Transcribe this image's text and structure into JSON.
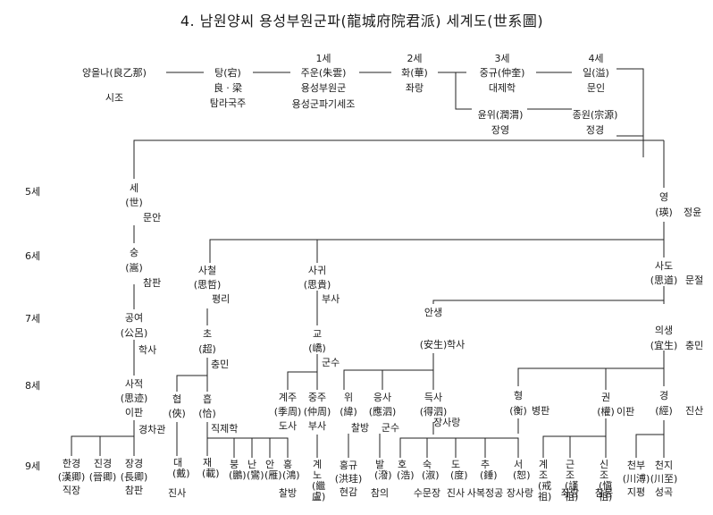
{
  "title": "4. 남원양씨 용성부원군파(龍城府院君派) 세계도(世系圖)",
  "generations": [
    "5세",
    "6세",
    "7세",
    "8세",
    "9세"
  ],
  "top": {
    "yangeulna": "양을나(良乙那)",
    "sijo": "시조",
    "tang": "탕(宕)",
    "tang_line2": "良ㆍ梁",
    "tang_line3": "탐라국주",
    "g1": "1세",
    "jueun": "주운(朱雲)",
    "jueun_t1": "용성부원군",
    "jueun_t2": "용성군파기세조",
    "g2": "2세",
    "hwa": "화(華)",
    "hwa_t": "좌랑",
    "g3": "3세",
    "junggyu": "중규(仲奎)",
    "junggyu_t": "대제학",
    "g4": "4세",
    "il": "일(溢)",
    "il_t": "문인",
    "yunwi": "윤위(潤渭)",
    "yunwi_t": "장영",
    "jongwon": "종원(宗源)",
    "jongwon_t": "정경"
  },
  "g5": {
    "se": "세",
    "se_h": "(世)",
    "se_t": "문안",
    "yeong": "영",
    "yeong_h": "(瑛)",
    "yeong_t": "정윤"
  },
  "g6": {
    "sung": "숭",
    "sung_h": "(嵩)",
    "sung_t": "참판",
    "sacheol": "사철",
    "sacheol_h": "(思哲)",
    "sacheol_t": "평리",
    "sagwi": "사귀",
    "sagwi_h": "(思貴)",
    "sagwi_t": "부사",
    "sado": "사도",
    "sado_h": "(思道)",
    "sado_t": "문절"
  },
  "g7": {
    "gongyeo": "공여",
    "gongyeo_h": "(公呂)",
    "gongyeo_t": "학사",
    "cho": "초",
    "cho_h": "(超)",
    "cho_t": "충민",
    "gyo": "교",
    "gyo_h": "(嶠)",
    "gyo_t": "군수",
    "ansaeng": "안생",
    "ansaeng_h": "(安生)",
    "ansaeng_t": "학사",
    "uisaeng": "의생",
    "uisaeng_h": "(宜生)",
    "uisaeng_t": "충민"
  },
  "g8": {
    "sajeok": "사적",
    "sajeok_h": "(思迹)",
    "sajeok_t": "이판",
    "sajeok_t2": "경차관",
    "hyeop": "협",
    "hyeop_h": "(俠)",
    "heup": "흡",
    "heup_h": "(恰)",
    "heup_t": "직제학",
    "gyeju": "계주",
    "gyeju_h": "(季周)",
    "gyeju_t": "도사",
    "jungju": "중주",
    "jungju_h": "(仲周)",
    "jungju_t": "부사",
    "wi": "위",
    "wi_h": "(緯)",
    "wi_t": "찰방",
    "eungsa": "응사",
    "eungsa_h": "(應泗)",
    "eungsa_t": "군수",
    "deuksa": "득사",
    "deuksa_h": "(得泗)",
    "deuksa_t": "장사랑",
    "hyeong": "형",
    "hyeong_h": "(衡)",
    "hyeong_t": "병판",
    "gwon": "권",
    "gwon_h": "(權)",
    "gwon_t": "이판",
    "gyeong": "경",
    "gyeong_h": "(經)",
    "gyeong_t": "진산"
  },
  "g9": {
    "hangyeong": "한경",
    "hangyeong_h": "(漢卿)",
    "hangyeong_t": "직장",
    "jingyeong": "진경",
    "jingyeong_h": "(晉卿)",
    "janggyeong": "장경",
    "janggyeong_h": "(長卿)",
    "janggyeong_t": "참판",
    "dae": "대(戴)",
    "dae_t": "진사",
    "jae": "재(載)",
    "bung": "붕(鵬)",
    "nan": "난(鸞)",
    "an": "안(雁)",
    "hong": "홍(鴻)",
    "hong_t": "찰방",
    "gyero": "계노(繼盧)",
    "honggyu": "홍규",
    "honggyu_h": "(洪珪)",
    "honggyu_t": "현감",
    "bal": "발(潑)",
    "bal_t": "참의",
    "ho": "호(浩)",
    "suk": "숙(淑)",
    "suk_t": "수문장",
    "do": "도(度)",
    "do_t": "진사",
    "chu": "추(錘)",
    "chu_t": "사복정공",
    "seo": "서(恕)",
    "seo_t": "장사랑",
    "gyejo": "계조(戒祖)",
    "geunjo": "근조(謹祖)",
    "geunjo_t": "좌랑",
    "sinjo": "신조(愼祖)",
    "sinjo_t": "참봉",
    "cheonbu": "천부",
    "cheonbu_h": "(川溥)",
    "cheonbu_t": "지평",
    "cheonji": "천지",
    "cheonji_h": "(川至)",
    "cheonji_t": "성곡"
  }
}
